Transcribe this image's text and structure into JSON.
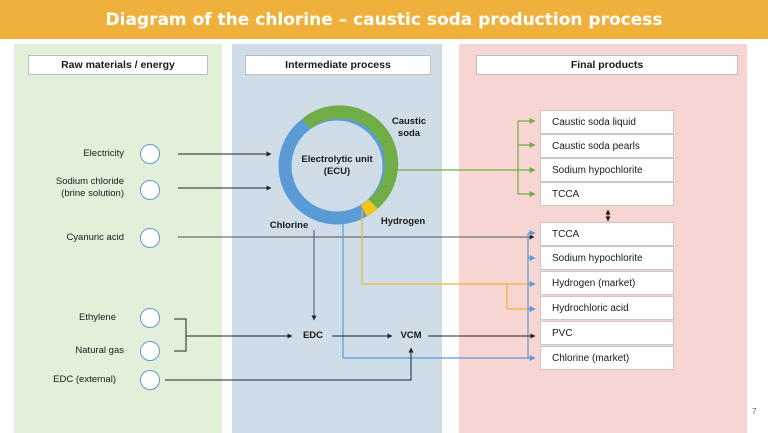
{
  "title": "Diagram of the chlorine – caustic soda production process",
  "columns": {
    "raw": "Raw materials / energy",
    "intermediate": "Intermediate process",
    "final": "Final products"
  },
  "raw_materials": {
    "electricity": "Electricity",
    "sodium_chloride_line1": "Sodium chloride",
    "sodium_chloride_line2": "(brine solution)",
    "cyanuric_acid": "Cyanuric acid",
    "ethylene": "Ethylene",
    "natural_gas": "Natural gas",
    "edc_external": "EDC (external)"
  },
  "intermediate": {
    "ecu_line1": "Electrolytic unit",
    "ecu_line2": "(ECU)",
    "caustic_line1": "Caustic",
    "caustic_line2": "soda",
    "hydrogen": "Hydrogen",
    "chlorine": "Chlorine",
    "edc": "EDC",
    "vcm": "VCM"
  },
  "products_caustic": [
    "Caustic soda liquid",
    "Caustic soda pearls",
    "Sodium hypochlorite",
    "TCCA"
  ],
  "products_chlorine": [
    "TCCA",
    "Sodium hypochlorite",
    "Hydrogen (market)",
    "Hydrochloric acid",
    "PVC",
    "Chlorine (market)"
  ],
  "page_number": "7",
  "colors": {
    "title_bar": "#f0b03c",
    "raw_panel": "#e2efd9",
    "intermediate_panel": "#cedde8",
    "final_panel": "#f6d5d2",
    "caustic_flow": "#70ad47",
    "chlorine_flow": "#5b9bd5",
    "hydrogen_flow": "#f5b335"
  }
}
